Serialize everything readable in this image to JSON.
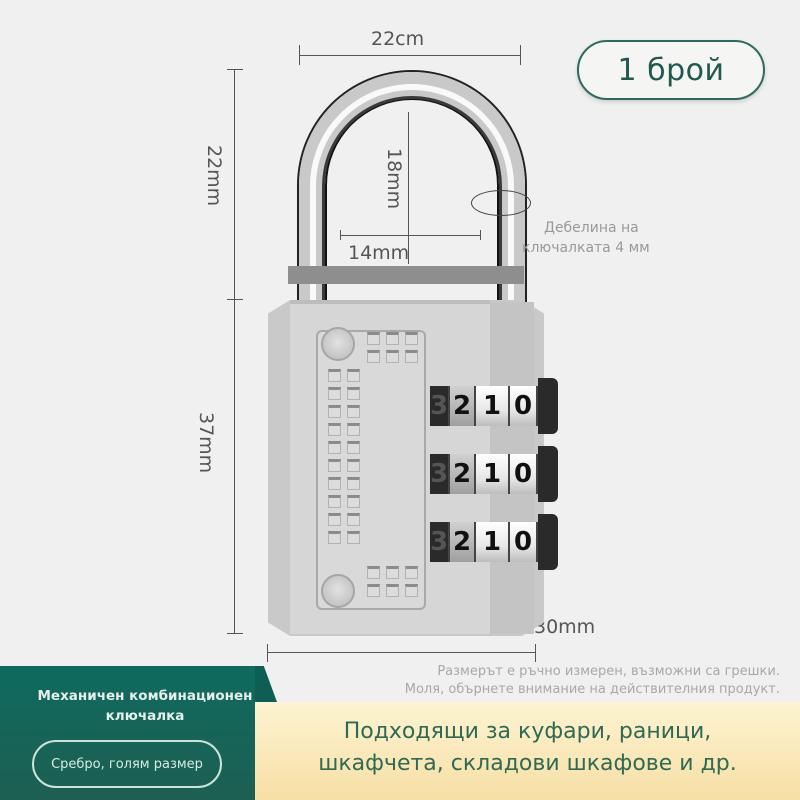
{
  "badge": {
    "quantity_label": "1 брой"
  },
  "dimensions": {
    "shackle_width": "22cm",
    "shackle_height_outer": "22mm",
    "shackle_clearance_height": "18mm",
    "shackle_inner_width": "14mm",
    "body_height": "37mm",
    "body_width": "30mm"
  },
  "shackle_note": {
    "line1": "Дебелина на",
    "line2": "ключалката 4 мм"
  },
  "disclaimer": {
    "line1": "Размерът е ръчно измерен, възможни са грешки.",
    "line2": "Моля, обърнете внимание на действителния продукт."
  },
  "product_panel": {
    "title_line1": "Механичен комбинационен",
    "title_line2": "ключалка",
    "variant_label": "Сребро, голям размер",
    "colors": {
      "panel": "#0f6a5f",
      "variant_border": "#cfe2da"
    }
  },
  "usage": {
    "line1": "Подходящи за куфари, раници,",
    "line2": "шкафчета, складови шкафове и др.",
    "colors": {
      "text": "#2f6a55",
      "background": "#f9e6b5"
    }
  },
  "lock": {
    "dials": [
      {
        "digits": [
          "3",
          "2",
          "1",
          "0"
        ]
      },
      {
        "digits": [
          "3",
          "2",
          "1",
          "0"
        ]
      },
      {
        "digits": [
          "3",
          "2",
          "1",
          "0"
        ]
      }
    ]
  }
}
